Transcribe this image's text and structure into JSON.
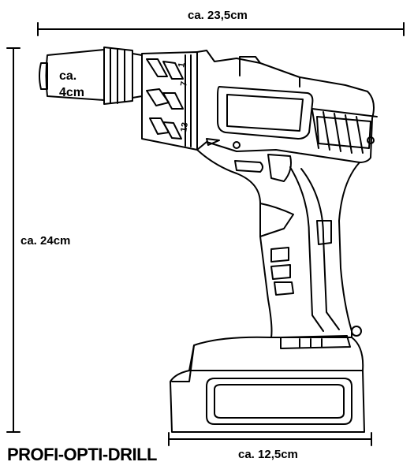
{
  "dimensions": {
    "width_label": "ca. 23,5cm",
    "height_label": "ca. 24cm",
    "chuck_label_line1": "ca.",
    "chuck_label_line2": "4cm",
    "battery_width_label": "ca. 12,5cm"
  },
  "product_name": "PROFI-OPTI-DRILL",
  "torque_scale_marks": [
    "1",
    "7",
    "13"
  ],
  "colors": {
    "line": "#000000",
    "background": "#ffffff"
  }
}
